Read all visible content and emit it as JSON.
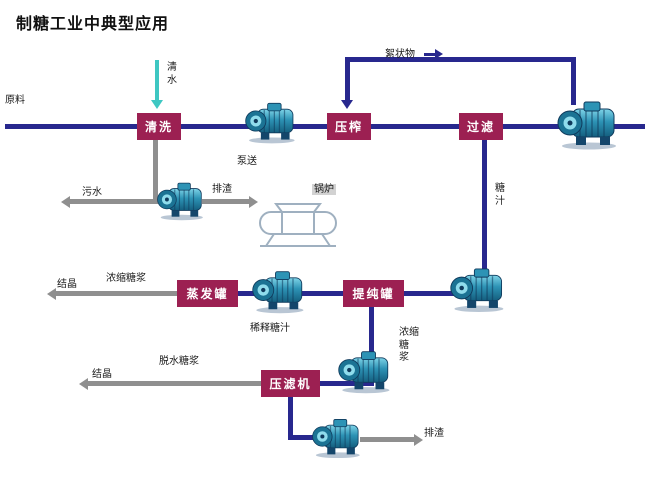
{
  "title": "制糖工业中典型应用",
  "boxes": {
    "wash": "清洗",
    "press": "压榨",
    "filter": "过滤",
    "purify": "提纯罐",
    "evaporator": "蒸发罐",
    "filter_press": "压滤机"
  },
  "labels": {
    "raw_material": "原料",
    "clean_water": "清\n水",
    "pumping": "泵送",
    "flocculent": "絮状物",
    "sewage": "污水",
    "slag_top": "排渣",
    "boiler": "锅炉",
    "sugar_juice": "糖\n汁",
    "diluted_juice": "稀释糖汁",
    "conc_syrup_left": "浓缩糖浆",
    "crystal_left": "结晶",
    "conc_syrup_down": "浓缩\n糖\n浆",
    "dewatered_syrup": "脱水糖浆",
    "crystal_bottom": "结晶",
    "slag_bottom": "排渣"
  },
  "colors": {
    "box": "#9c2052",
    "line": "#28288e",
    "gray": "#8f8f8f",
    "cyan": "#3ec7c2"
  }
}
